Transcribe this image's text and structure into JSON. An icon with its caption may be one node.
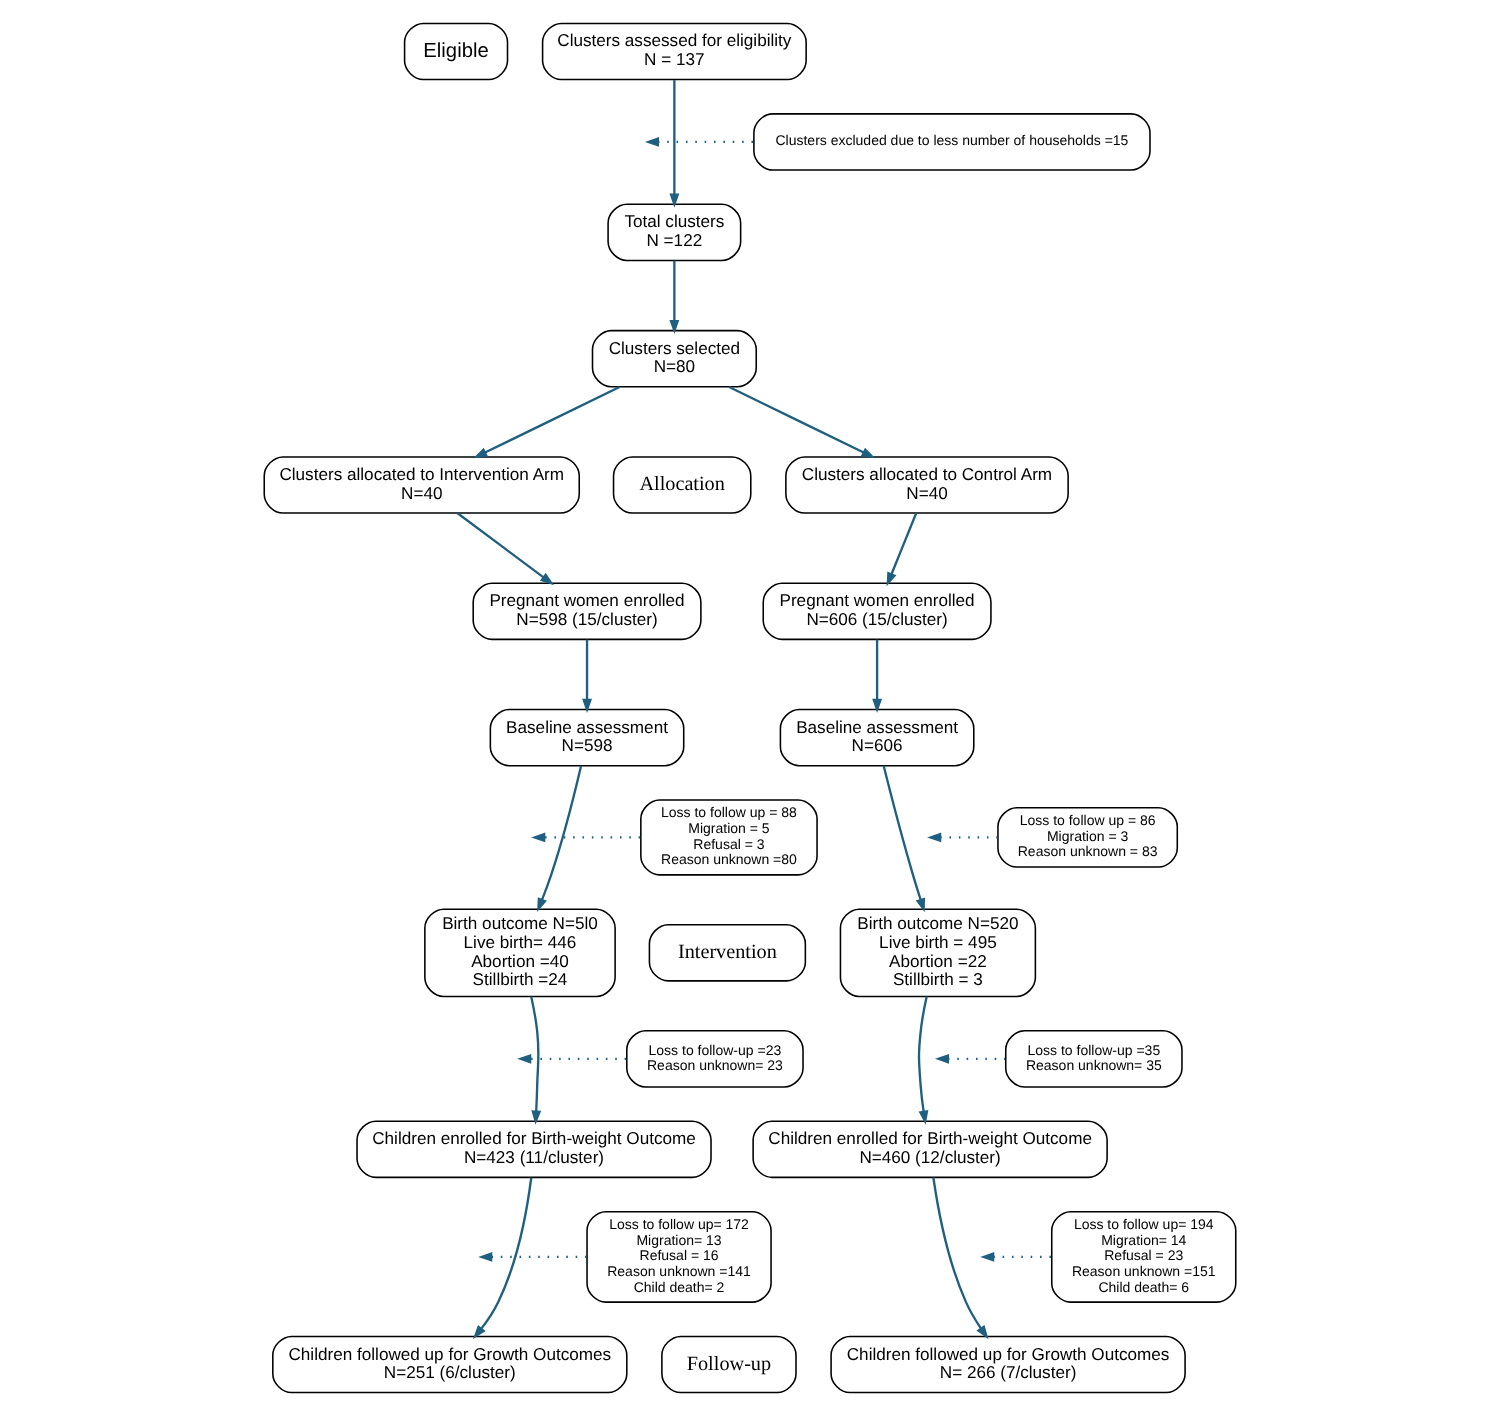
{
  "diagram": {
    "nodes": [
      {
        "text": [
          "Eligible"
        ]
      },
      {
        "text": [
          "Clusters assessed for eligibility",
          "N = 137"
        ]
      },
      {
        "text": [
          "Clusters excluded due to less number of households =15"
        ]
      },
      {
        "text": [
          "Total clusters",
          "N =122"
        ]
      },
      {
        "text": [
          "Clusters selected",
          "N=80"
        ]
      },
      {
        "text": [
          "Clusters allocated to Intervention Arm",
          "N=40"
        ]
      },
      {
        "text": [
          "Allocation"
        ]
      },
      {
        "text": [
          "Clusters allocated to Control Arm",
          "N=40"
        ]
      },
      {
        "text": [
          "Pregnant women enrolled",
          "N=598 (15/cluster)"
        ]
      },
      {
        "text": [
          "Pregnant women enrolled",
          "N=606 (15/cluster)"
        ]
      },
      {
        "text": [
          "Baseline assessment",
          "N=598"
        ]
      },
      {
        "text": [
          "Baseline assessment",
          "N=606"
        ]
      },
      {
        "text": [
          "Loss to follow up = 88",
          "Migration = 5",
          "Refusal = 3",
          "Reason unknown =80"
        ]
      },
      {
        "text": [
          "Intervention"
        ]
      },
      {
        "text": [
          "Loss to follow up = 86",
          "Migration = 3",
          "Reason unknown = 83"
        ]
      },
      {
        "text": [
          "Birth outcome N=5l0",
          "Live birth= 446",
          "Abortion =40",
          "Stillbirth =24"
        ]
      },
      {
        "text": [
          "Birth outcome N=520",
          "Live birth = 495",
          "Abortion =22",
          "Stillbirth = 3"
        ]
      },
      {
        "text": [
          "Loss to follow-up =23",
          "Reason unknown= 23"
        ]
      },
      {
        "text": [
          "Loss to follow-up =35",
          "Reason unknown= 35"
        ]
      },
      {
        "text": [
          "Children enrolled for Birth-weight Outcome",
          "N=423 (11/cluster)"
        ]
      },
      {
        "text": [
          "Children enrolled for Birth-weight Outcome",
          "N=460 (12/cluster)"
        ]
      },
      {
        "text": [
          "Loss to follow up= 172",
          "Migration= 13",
          "Refusal = 16",
          "Reason unknown =141",
          "Child death= 2"
        ]
      },
      {
        "text": [
          "Loss to follow up= 194",
          "Migration= 14",
          "Refusal = 23",
          "Reason unknown =151",
          "Child death= 6"
        ]
      },
      {
        "text": [
          "Children followed up for Growth Outcomes",
          "N=251 (6/cluster)"
        ]
      },
      {
        "text": [
          "Follow-up"
        ]
      },
      {
        "text": [
          "Children followed up for Growth Outcomes",
          "N= 266 (7/cluster)"
        ]
      }
    ],
    "edges": [
      {
        "from": 1,
        "to": 3,
        "arrow": "to"
      },
      {
        "from": 2,
        "to": null,
        "arrow": "to",
        "style": "dashed"
      },
      {
        "from": 3,
        "to": 4,
        "arrow": "to"
      },
      {
        "from": 4,
        "to": 5,
        "arrow": "to"
      },
      {
        "from": 4,
        "to": 7,
        "arrow": "to"
      },
      {
        "from": 5,
        "to": 8,
        "arrow": "to"
      },
      {
        "from": 7,
        "to": 9,
        "arrow": "to"
      },
      {
        "from": 8,
        "to": 10,
        "arrow": "to"
      },
      {
        "from": 9,
        "to": 11,
        "arrow": "to"
      },
      {
        "from": 10,
        "to": 15,
        "arrow": "to"
      },
      {
        "from": 12,
        "to": null,
        "arrow": "to",
        "style": "dashed"
      },
      {
        "from": 11,
        "to": 16,
        "arrow": "to"
      },
      {
        "from": 14,
        "to": null,
        "arrow": "to",
        "style": "dashed"
      },
      {
        "from": 15,
        "to": 19,
        "arrow": "to"
      },
      {
        "from": 17,
        "to": null,
        "arrow": "to",
        "style": "dashed"
      },
      {
        "from": 16,
        "to": 20,
        "arrow": "to"
      },
      {
        "from": 18,
        "to": null,
        "arrow": "to",
        "style": "dashed"
      },
      {
        "from": 19,
        "to": 23,
        "arrow": "to"
      },
      {
        "from": 21,
        "to": null,
        "arrow": "to",
        "style": "dashed"
      },
      {
        "from": 20,
        "to": 25,
        "arrow": "to"
      },
      {
        "from": 22,
        "to": null,
        "arrow": "to",
        "style": "dashed"
      }
    ]
  }
}
